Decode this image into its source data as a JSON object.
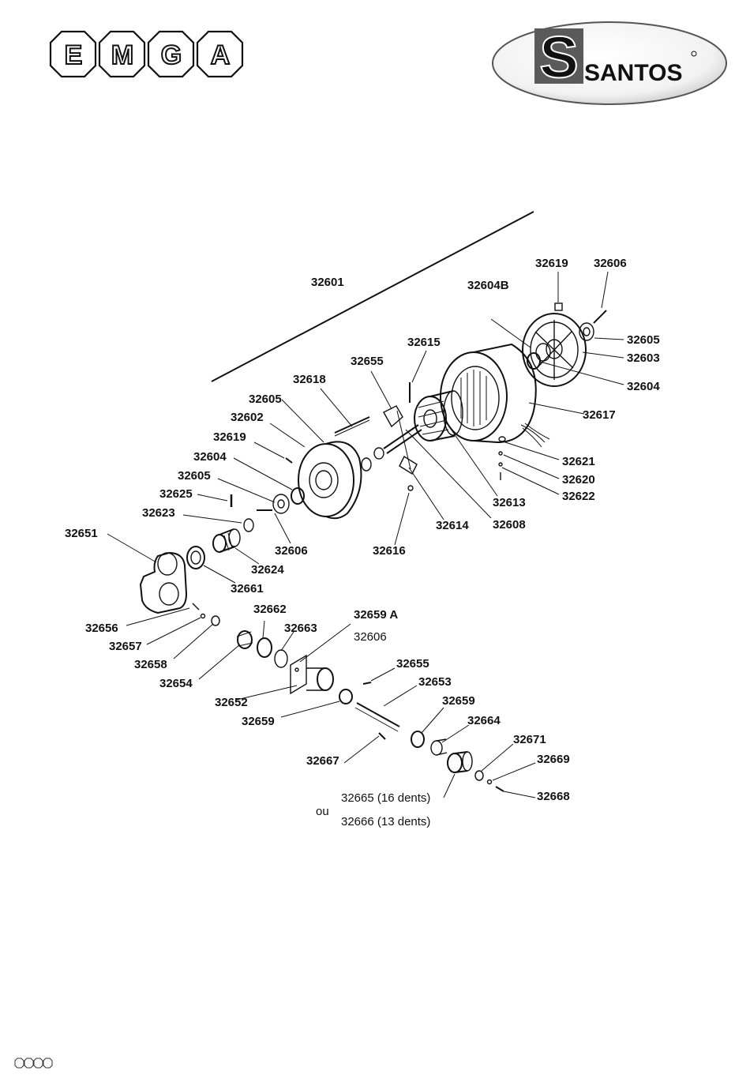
{
  "header": {
    "emga_letters": [
      "E",
      "M",
      "G",
      "A"
    ],
    "santos_brand": "SANTOS",
    "santos_mark": "S"
  },
  "labels": {
    "p32601": "32601",
    "p32619a": "32619",
    "p32606a": "32606",
    "p32604B": "32604B",
    "p32605a": "32605",
    "p32603": "32603",
    "p32604a": "32604",
    "p32615": "32615",
    "p32655a": "32655",
    "p32617": "32617",
    "p32618": "32618",
    "p32605b": "32605",
    "p32602": "32602",
    "p32619b": "32619",
    "p32604b": "32604",
    "p32605c": "32605",
    "p32625": "32625",
    "p32623": "32623",
    "p32621": "32621",
    "p32620": "32620",
    "p32622": "32622",
    "p32613": "32613",
    "p32614": "32614",
    "p32608": "32608",
    "p32616": "32616",
    "p32606b": "32606",
    "p32624": "32624",
    "p32651": "32651",
    "p32661": "32661",
    "p32656": "32656",
    "p32657": "32657",
    "p32658": "32658",
    "p32654": "32654",
    "p32662": "32662",
    "p32663": "32663",
    "p32659A": "32659 A",
    "p32606c": "32606",
    "p32655b": "32655",
    "p32653": "32653",
    "p32652": "32652",
    "p32659a": "32659",
    "p32659b": "32659",
    "p32664": "32664",
    "p32667": "32667",
    "p32671": "32671",
    "p32669": "32669",
    "p32668": "32668",
    "p32665": "32665 (16 dents)",
    "ou": "ou",
    "p32666": "32666 (13 dents)"
  }
}
